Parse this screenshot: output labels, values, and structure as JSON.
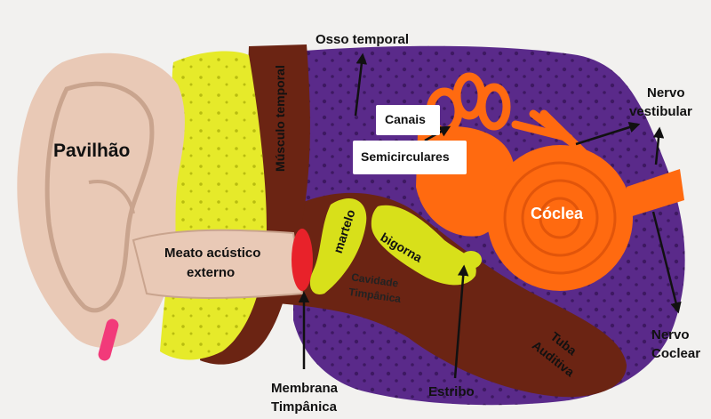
{
  "labels": {
    "pavilhao": "Pavilhão",
    "osso_temporal": "Osso temporal",
    "musculo_temporal": "Músculo temporal",
    "canais": "Canais",
    "semicirculares": "Semicirculares",
    "nervo_vestibular_1": "Nervo",
    "nervo_vestibular_2": "vestibular",
    "coclea": "Cóclea",
    "meato_1": "Meato acústico",
    "meato_2": "externo",
    "martelo": "martelo",
    "bigorna": "bigorna",
    "cavidade_1": "Cavidade",
    "cavidade_2": "Timpânica",
    "tuba_1": "Tuba",
    "tuba_2": "Auditiva",
    "nervo_coclear_1": "Nervo",
    "nervo_coclear_2": "Coclear",
    "membrana_1": "Membrana",
    "membrana_2": "Timpânica",
    "estribo": "Estribo"
  },
  "colors": {
    "background": "#f2f1ef",
    "skin": "#e9c9b6",
    "yellow": "#e6ea2a",
    "brown": "#6b2413",
    "purple": "#5a2a8a",
    "orange": "#ff6a10",
    "red": "#e8222a",
    "pink": "#f23a7a"
  }
}
